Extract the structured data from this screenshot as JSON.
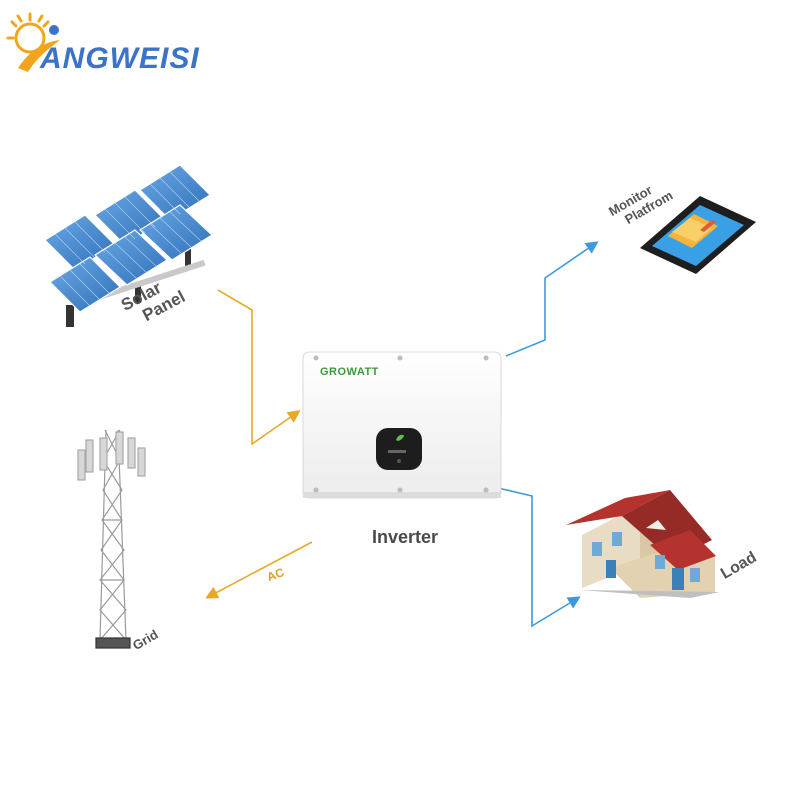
{
  "logo": {
    "text": "ANGWEISI",
    "primary_color": "#3a73c8",
    "accent_color": "#f2a51c"
  },
  "components": {
    "solar": {
      "lines": [
        "Solar",
        "Panel"
      ]
    },
    "inverter": {
      "label": "Inverter",
      "brand": "GROWATT"
    },
    "monitor": {
      "lines": [
        "Monitor",
        "Platfrom"
      ]
    },
    "load": {
      "label": "Load"
    },
    "grid": {
      "label": "Grid"
    },
    "flow": {
      "ac_label": "AC"
    }
  },
  "colors": {
    "dc_line": "#e8a92a",
    "data_line": "#3d9ad8",
    "panel_cell": "#4a8fd6",
    "roof": "#b5332e",
    "house_wall": "#e9dcc4",
    "inverter_body": "#f7f7f7",
    "display": "#1d1d1d"
  }
}
